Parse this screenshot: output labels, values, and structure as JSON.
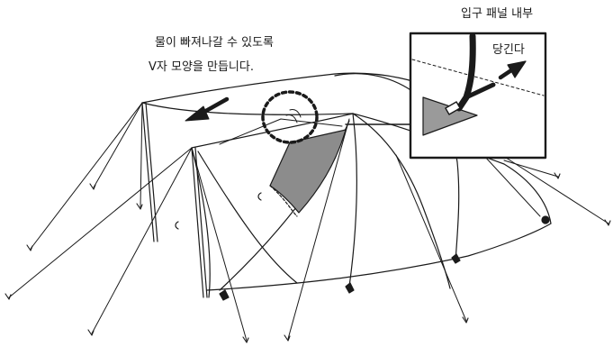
{
  "annotation": {
    "line1": "물이 빠져나갈 수 있도록",
    "line2": "V자 모양을 만듭니다."
  },
  "inset": {
    "title": "입구 패널 내부",
    "pull_label": "당긴다"
  },
  "colors": {
    "ink": "#1a1a1a",
    "panel_gray": "#8c8c8c",
    "inset_gray": "#9a9a9a",
    "background": "#ffffff"
  }
}
